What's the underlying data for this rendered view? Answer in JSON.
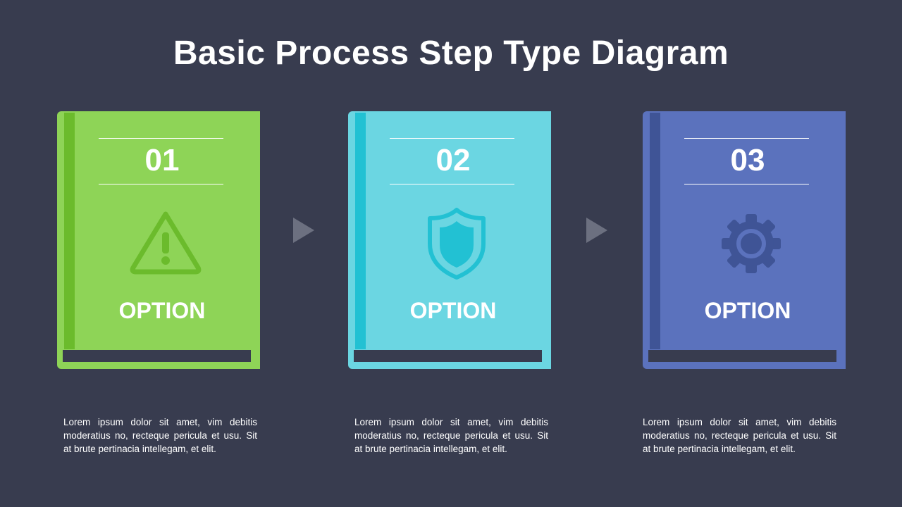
{
  "title": "Basic Process Step Type Diagram",
  "steps": [
    {
      "number": "01",
      "label": "OPTION",
      "icon": "warning-icon",
      "color": "#8ed457",
      "spine_color": "#6bbb2c",
      "icon_color": "#6bbb2c",
      "description": "Lorem ipsum dolor sit amet, vim debitis moderatius no, recteque pericula et usu. Sit at brute pertinacia intellegam, et elit."
    },
    {
      "number": "02",
      "label": "OPTION",
      "icon": "shield-icon",
      "color": "#6bd6e2",
      "spine_color": "#22c1d3",
      "icon_color": "#22c1d3",
      "description": "Lorem ipsum dolor sit amet, vim debitis moderatius no, recteque pericula et usu. Sit at brute pertinacia intellegam, et elit."
    },
    {
      "number": "03",
      "label": "OPTION",
      "icon": "gear-icon",
      "color": "#5b72bd",
      "spine_color": "#3f5496",
      "icon_color": "#3f5496",
      "description": "Lorem ipsum dolor sit amet, vim debitis moderatius no, recteque pericula et usu. Sit at brute pertinacia intellegam, et elit."
    }
  ],
  "arrow_color": "#6c7080",
  "background_color": "#383c4f"
}
